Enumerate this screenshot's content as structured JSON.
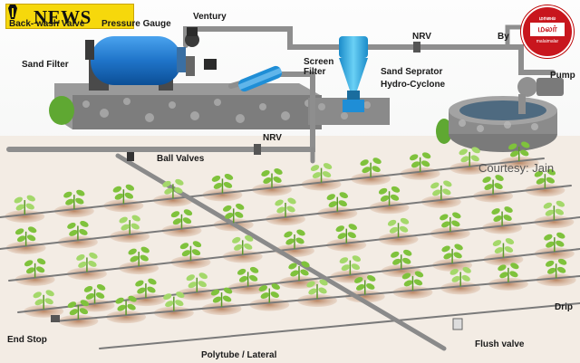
{
  "news_badge": {
    "label": "NEWS",
    "bg_color": "#f6d80c"
  },
  "logo": {
    "line1": "மாலை",
    "line2": "மலர்",
    "line3": "malaimalar",
    "bg_color": "#c8161d"
  },
  "courtesy": "Courtesy: Jain",
  "labels": {
    "backwash_valve": "Back- wash Valve",
    "pressure_gauge": "Pressure Gauge",
    "ventury": "Ventury",
    "sand_filter": "Sand Filter",
    "screen_filter": "Screen Filter",
    "sand_separator": "Sand Seprator",
    "hydro_cyclone": "Hydro-Cyclone",
    "nrv_top": "NRV",
    "bypass": "By",
    "pump": "Pump",
    "nrv_main": "NRV",
    "ball_valves": "Ball Valves",
    "end_stop": "End Stop",
    "polytube": "Polytube / Lateral",
    "flush_valve": "Flush valve",
    "drip": "Drip"
  },
  "colors": {
    "pipe": "#8e8e8e",
    "soil": "#c9a184",
    "plant": "#7fc23c",
    "tank": "#1f74c9",
    "filter": "#2fa7e0"
  }
}
